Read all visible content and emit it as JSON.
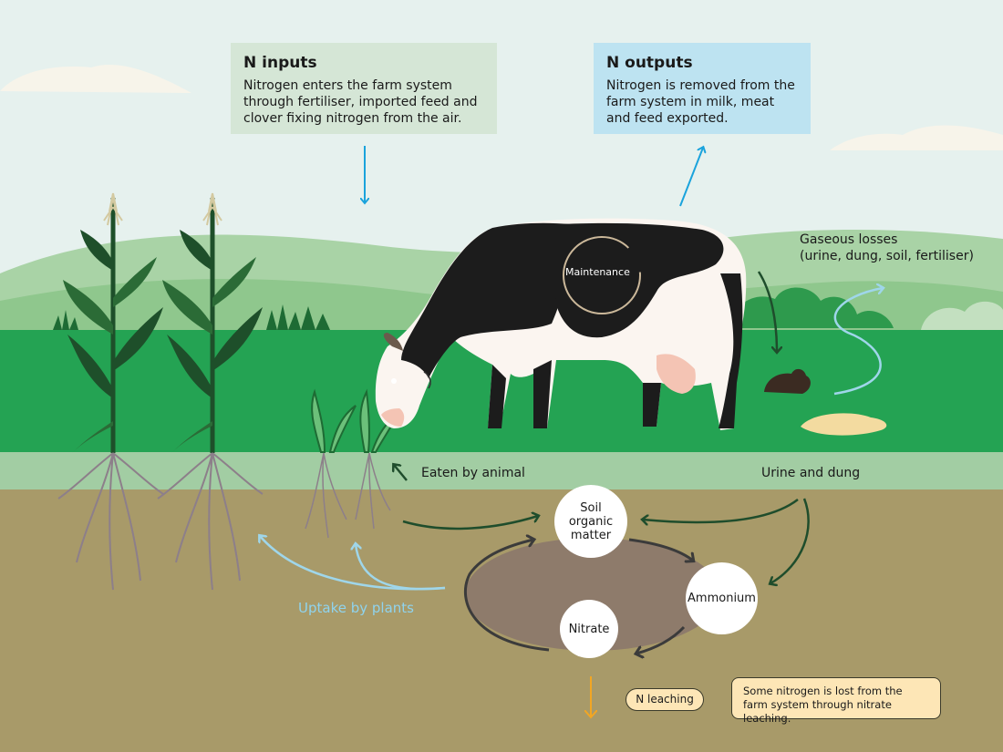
{
  "inputs": {
    "title": "N inputs",
    "text": "Nitrogen enters the farm system through fertiliser, imported feed and clover fixing nitrogen from the air."
  },
  "outputs": {
    "title": "N outputs",
    "text": "Nitrogen is removed from the farm system in milk, meat and feed exported."
  },
  "labels": {
    "gaseous_title": "Gaseous losses",
    "gaseous_detail": "(urine, dung, soil, fertiliser)",
    "maintenance": "Maintenance",
    "eaten": "Eaten by animal",
    "urine_dung": "Urine and dung",
    "uptake": "Uptake by plants"
  },
  "nodes": {
    "soil_organic_matter": "Soil organic matter",
    "ammonium": "Ammonium",
    "nitrate": "Nitrate"
  },
  "leaching": {
    "label": "N leaching",
    "note": "Some nitrogen is lost from the farm system through nitrate leaching."
  },
  "colors": {
    "sky": "#e6f1ee",
    "hill_light": "#a9d3a6",
    "hill_mid": "#8fc78d",
    "grass": "#24a353",
    "grass_band": "#a2cda3",
    "soil": "#a89a69",
    "pool": "#8e7b6b",
    "arrow_blue": "#1aa3dc",
    "arrow_light_blue": "#9fd6ea",
    "arrow_dark_green": "#1f4d2c",
    "arrow_orange": "#f2a623",
    "corn": "#1e4f2a"
  }
}
